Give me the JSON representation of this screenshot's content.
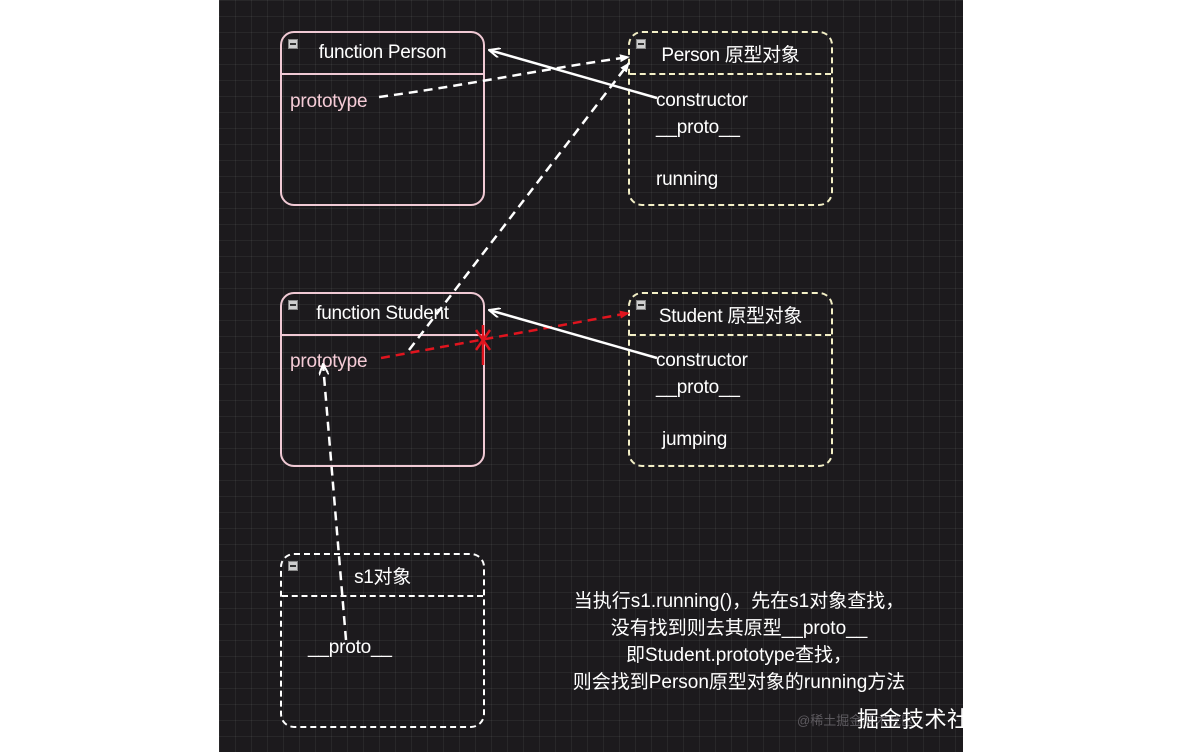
{
  "nodes": {
    "person_fn": {
      "title": "function Person",
      "fields": [
        "prototype"
      ]
    },
    "person_proto": {
      "title": "Person 原型对象",
      "fields": [
        "constructor",
        "__proto__",
        "running"
      ]
    },
    "student_fn": {
      "title": "function Student",
      "fields": [
        "prototype"
      ]
    },
    "student_proto": {
      "title": "Student 原型对象",
      "fields": [
        "constructor",
        "__proto__",
        "jumping"
      ]
    },
    "s1": {
      "title": "s1对象",
      "fields": [
        "__proto__"
      ]
    }
  },
  "caption": [
    "当执行s1.running()，先在s1对象查找，",
    "没有找到则去其原型__proto__",
    "即Student.prototype查找，",
    "则会找到Person原型对象的running方法"
  ],
  "watermark_faint": "@稀土掘金技术社区",
  "watermark": "掘金技术社区 @ 你会发光耶",
  "colors": {
    "background": "#1c1a1d",
    "function_border": "#f0c9d4",
    "prototype_border": "#f3efc6",
    "broken_link": "#e0141e"
  }
}
